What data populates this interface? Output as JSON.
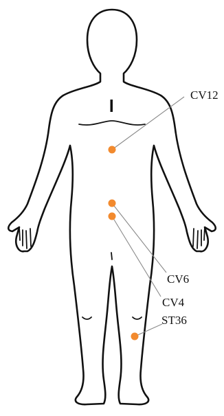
{
  "points": [
    {
      "id": "cv12",
      "label": "CV12"
    },
    {
      "id": "cv6",
      "label": "CV6"
    },
    {
      "id": "cv4",
      "label": "CV4"
    },
    {
      "id": "st36",
      "label": "ST36"
    }
  ],
  "point_color": "#f28a2e"
}
